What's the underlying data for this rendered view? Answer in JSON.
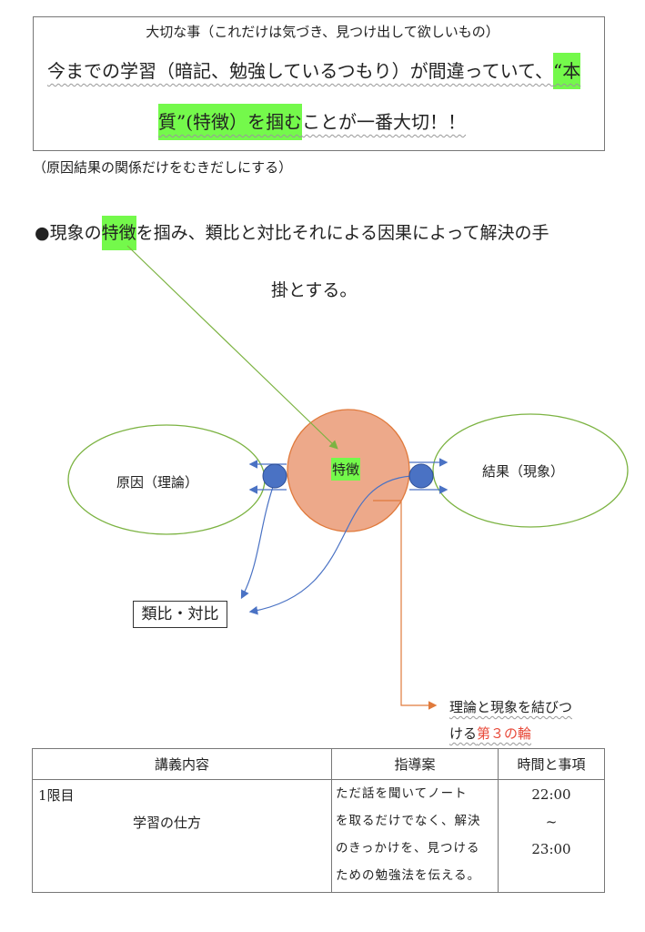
{
  "header_box": {
    "title": "大切な事（これだけは気づき、見つけ出して欲しいもの）",
    "line1_plain": "今までの学習（暗記、勉強しているつもり）が間違っていて、",
    "line1_highlight": "“本",
    "line2_highlight": "質”(特徴）を掴む",
    "line2_plain": "ことが一番大切！！"
  },
  "note": "（原因結果の関係だけをむきだしにする）",
  "bullet": {
    "prefix": "●現象の",
    "highlight": "特徴",
    "rest": "を掴み、類比と対比それによる因果によって解決の手",
    "line2": "掛とする。"
  },
  "diagram": {
    "left_label": "原因（理論）",
    "center_label": "特徴",
    "right_label": "結果（現象）",
    "analogy_box": "類比・対比",
    "callout_line1": "理論と現象を結びつ",
    "callout_line2_plain": "ける",
    "callout_line2_red": "第３の輪",
    "colors": {
      "green": "#7cb342",
      "blue": "#4a72c4",
      "orange": "#e07a3c",
      "red": "#e84a3a",
      "highlight": "#74f94b"
    }
  },
  "table": {
    "headers": [
      "講義内容",
      "指導案",
      "時間と事項"
    ],
    "row": {
      "period": "1限目",
      "topic": "学習の仕方",
      "guide_lines": [
        "ただ話を聞いてノート",
        "を取るだけでなく、解決",
        "のきっかけを、見つける",
        "ための勉強法を伝える。"
      ],
      "time_start": "22:00",
      "time_sep": "~",
      "time_end": "23:00"
    }
  }
}
